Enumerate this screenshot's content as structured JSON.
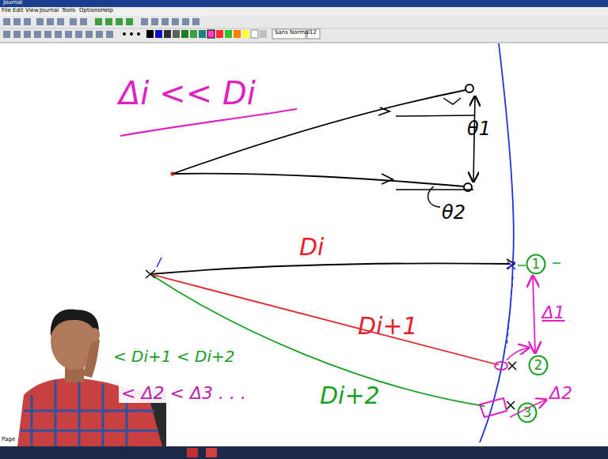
{
  "diagram": {
    "nodes": [
      {
        "text": [
          "1"
        ]
      },
      {
        "text": [
          "2"
        ]
      },
      {
        "text": [
          "3"
        ]
      }
    ],
    "edges": [
      {
        "from": 0,
        "to": 1,
        "label": "Δ1",
        "arrow": "both"
      }
    ],
    "labels": [
      "Journal",
      "File",
      "Edit",
      "View",
      "Journal",
      "Tools",
      "Options",
      "Help",
      "Sans Normal",
      "12",
      "Δi << Di",
      "θ1",
      "θ2",
      "Di",
      "Di+1",
      "Di+2",
      "Δ2",
      "< Di+1 < Di+2",
      "< Δ2 < Δ3 . . .",
      "Page"
    ]
  }
}
